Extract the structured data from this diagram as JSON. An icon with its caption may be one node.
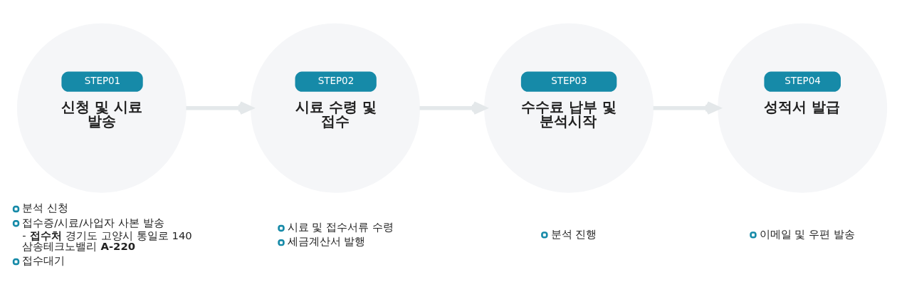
{
  "diagram": {
    "nodes": [
      {
        "text": [
          "STEP01",
          "신청 및 시료 발송"
        ],
        "beside": [
          "분석 신청",
          "접수증/시료/사업자 사본 발송",
          "- **접수처** 경기도 고양시 통일로 140 삼송테크노밸리 **A-220**",
          "접수대기"
        ]
      },
      {
        "text": [
          "STEP02",
          "시료 수령 및 접수"
        ],
        "beside": [
          "시료 및 접수서류 수령",
          "세금계산서 발행"
        ]
      },
      {
        "text": [
          "STEP03",
          "수수료 납부 및 분석시작"
        ],
        "beside": [
          "분석 진행"
        ]
      },
      {
        "text": [
          "STEP04",
          "성적서 발급"
        ],
        "beside": [
          "이메일 및 우편 발송"
        ]
      }
    ],
    "edges": [
      {
        "from": 0,
        "to": 1,
        "arrow": "to"
      },
      {
        "from": 1,
        "to": 2,
        "arrow": "to"
      },
      {
        "from": 2,
        "to": 3,
        "arrow": "to"
      }
    ]
  }
}
